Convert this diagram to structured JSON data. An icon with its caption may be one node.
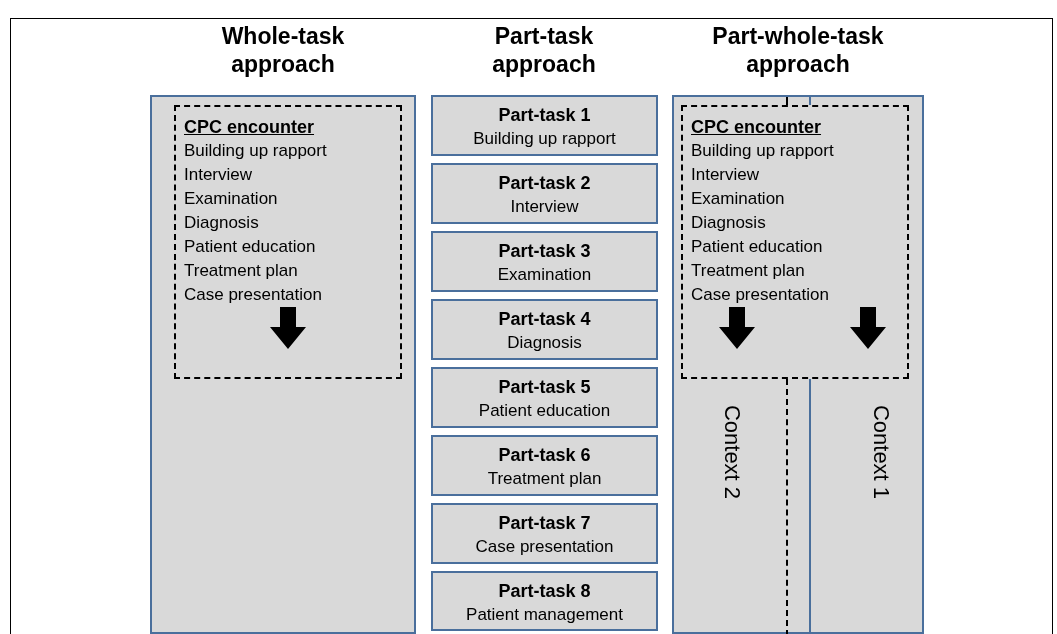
{
  "diagram": {
    "nodes": [
      {
        "text": [
          "Whole-task approach"
        ]
      },
      {
        "text": [
          "CPC encounter",
          "Building up rapport",
          "Interview",
          "Examination",
          "Diagnosis",
          "Patient education",
          "Treatment plan",
          "Case presentation"
        ],
        "in": 0
      },
      {
        "text": [
          "Part-task 1",
          "Building up rapport"
        ]
      },
      {
        "text": [
          "Part-task 2",
          "Interview"
        ]
      },
      {
        "text": [
          "Part-task 3",
          "Examination"
        ]
      },
      {
        "text": [
          "Part-task 4",
          "Diagnosis"
        ]
      },
      {
        "text": [
          "Part-task 5",
          "Patient education"
        ]
      },
      {
        "text": [
          "Part-task 6",
          "Treatment plan"
        ]
      },
      {
        "text": [
          "Part-task 7",
          "Case presentation"
        ]
      },
      {
        "text": [
          "Part-task 8",
          "Patient management"
        ]
      },
      {
        "text": [
          "Part-whole-task approach"
        ]
      },
      {
        "text": [
          "Context 2"
        ],
        "in": 10
      },
      {
        "text": [
          "Context 1"
        ],
        "in": 10
      },
      {
        "text": [
          "CPC encounter",
          "Building up rapport",
          "Interview",
          "Examination",
          "Diagnosis",
          "Patient education",
          "Treatment plan",
          "Case presentation"
        ],
        "in": 10
      }
    ],
    "edges": [],
    "labels": [
      "Part-task approach"
    ]
  }
}
